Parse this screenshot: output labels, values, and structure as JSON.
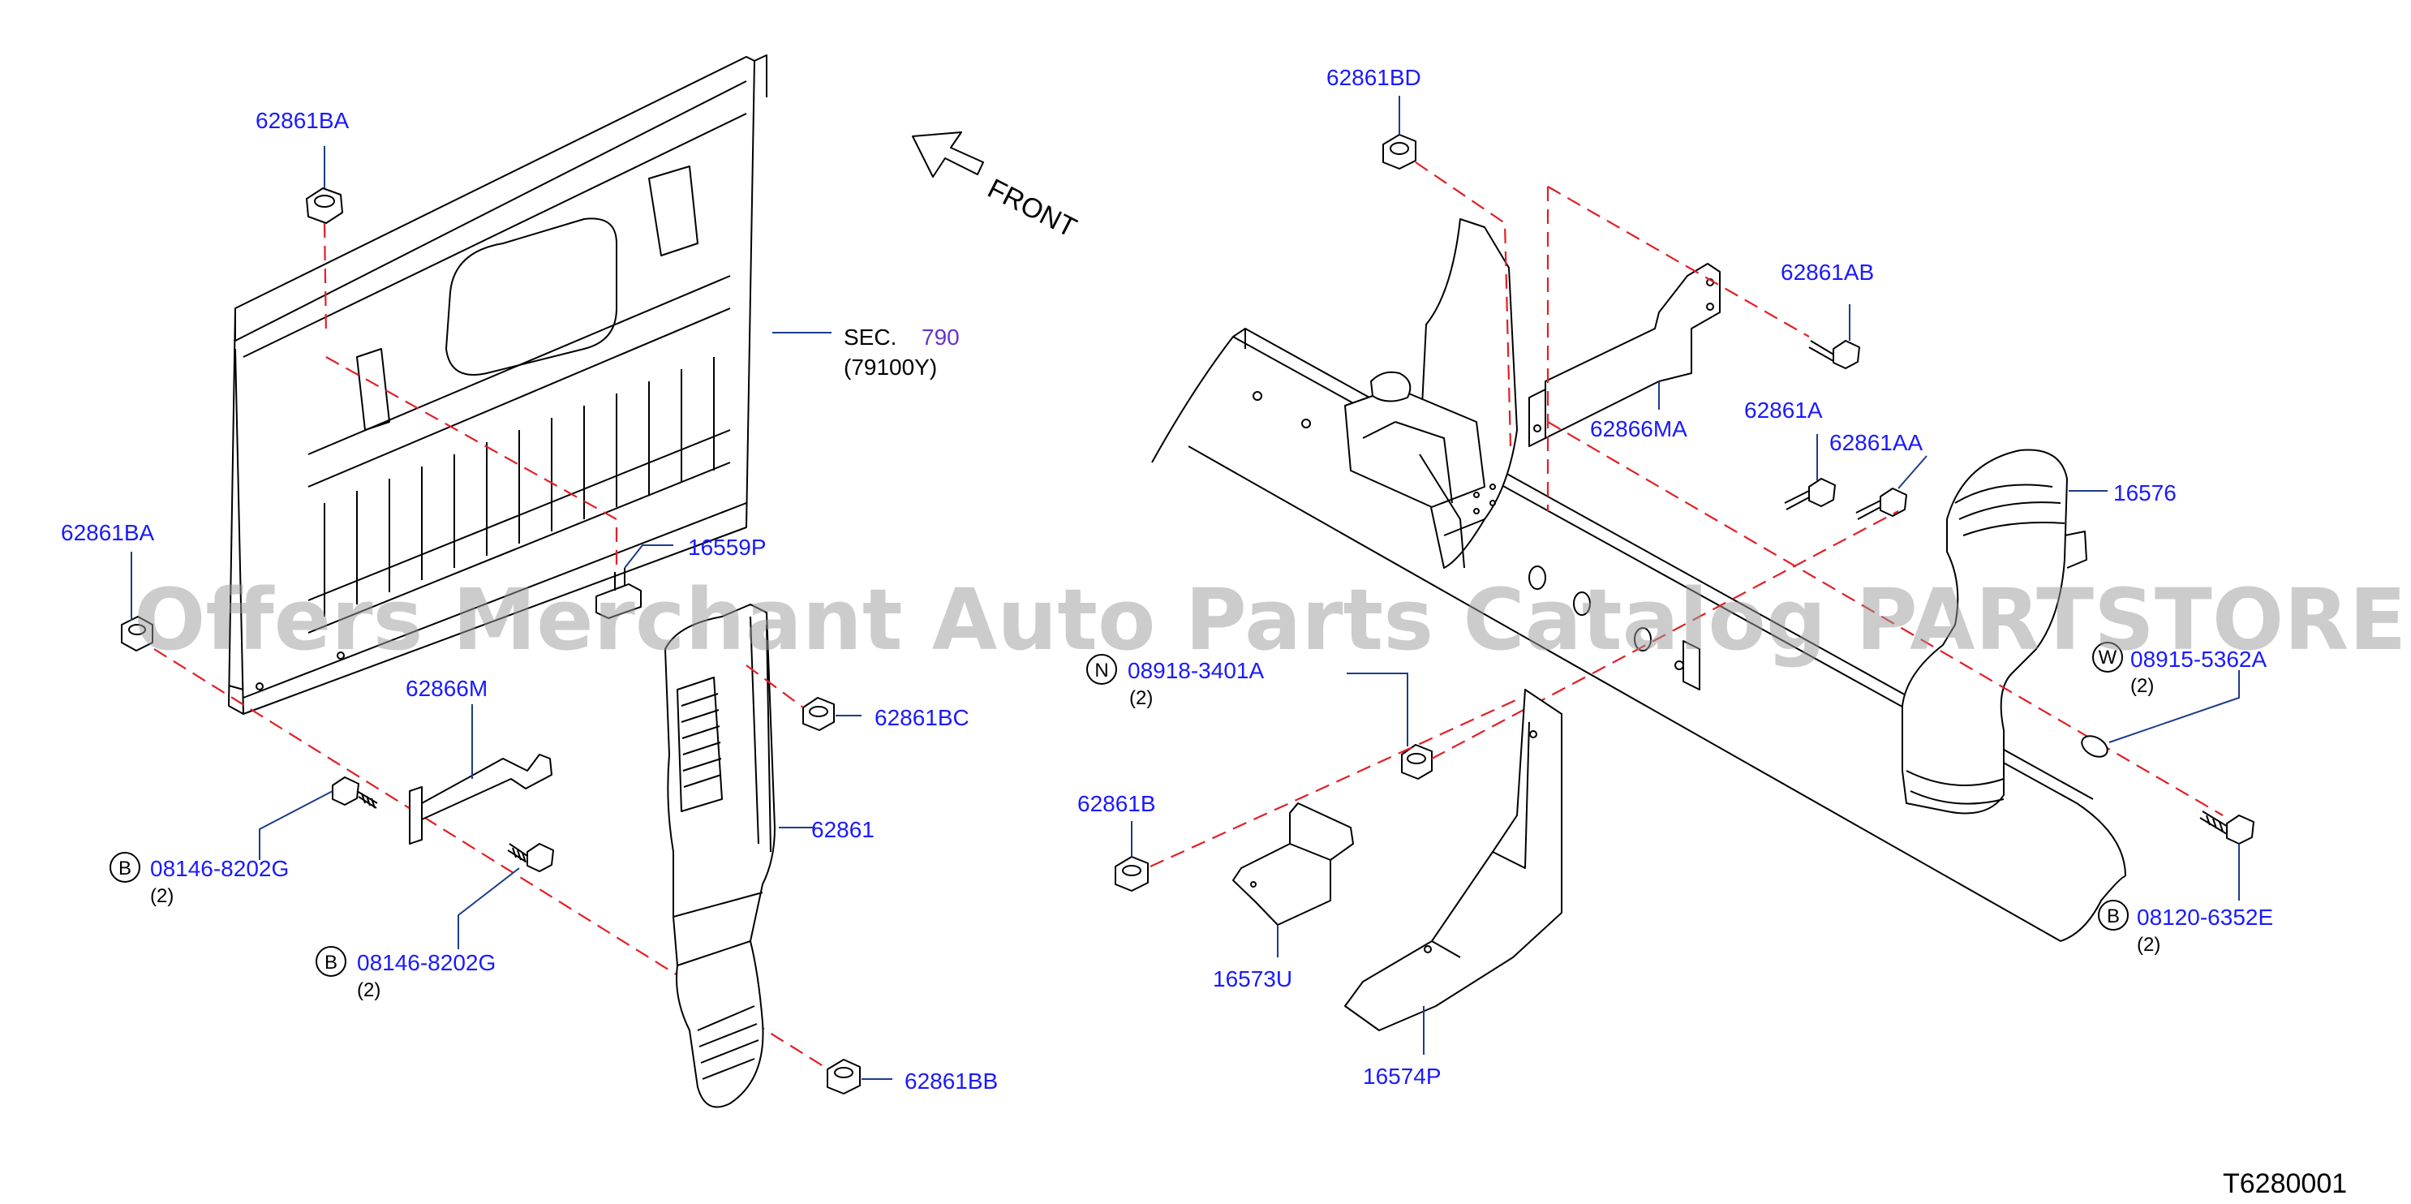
{
  "labels": {
    "p62861BA_top": "62861BA",
    "p62861BA_left": "62861BA",
    "sec": "SEC.",
    "sec_num": "790",
    "sec_ref": "(79100Y)",
    "p16559P": "16559P",
    "p62866M": "62866M",
    "p62861BC": "62861BC",
    "p62861": "62861",
    "p62861BB": "62861BB",
    "b1_code": "08146-8202G",
    "b1_qty": "(2)",
    "b2_code": "08146-8202G",
    "b2_qty": "(2)",
    "p62861BD": "62861BD",
    "p62861AB": "62861AB",
    "p62866MA": "62866MA",
    "p62861A": "62861A",
    "p62861AA": "62861AA",
    "p16576": "16576",
    "n_code": "08918-3401A",
    "n_qty": "(2)",
    "w_code": "08915-5362A",
    "w_qty": "(2)",
    "p62861B": "62861B",
    "p16573U": "16573U",
    "p16574P": "16574P",
    "b3_code": "08120-6352E",
    "b3_qty": "(2)",
    "front": "FRONT",
    "diagram_id": "T6280001"
  },
  "circle_letters": {
    "b": "B",
    "n": "N",
    "w": "W"
  },
  "watermark": "Offers Merchant Auto Parts Catalog PARTSTORE.SA",
  "colors": {
    "part_number": "#1a1aff",
    "leader": "#1c3d8a",
    "dashed_line": "#e21f26",
    "section_number": "#6633cc",
    "watermark": "#9a9a9a"
  }
}
